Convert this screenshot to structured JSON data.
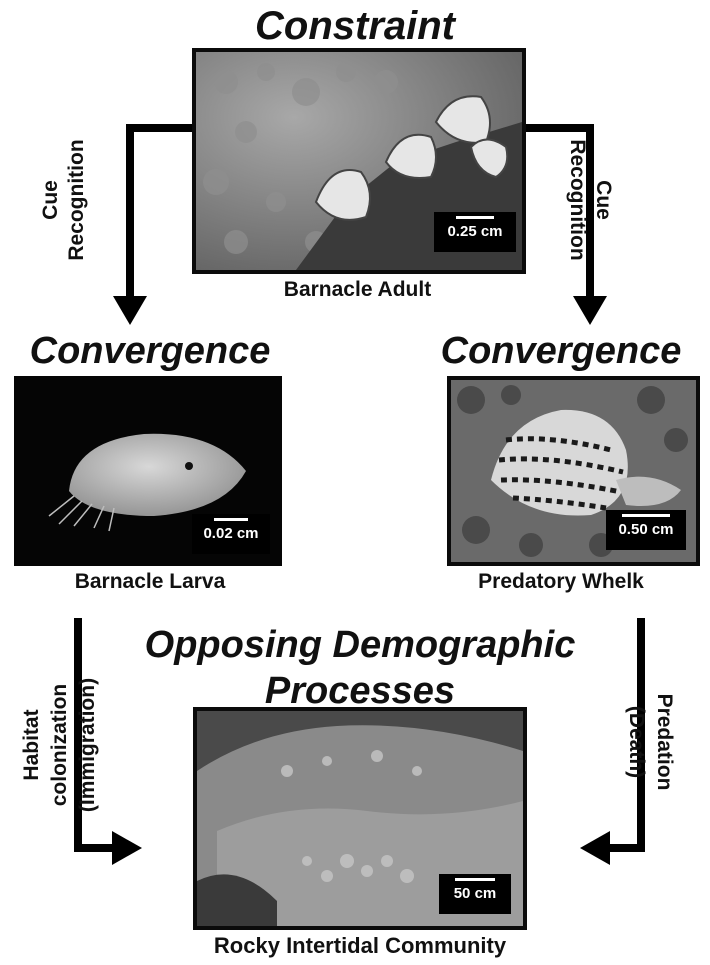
{
  "headings": {
    "constraint": "Constraint",
    "convergence_left": "Convergence",
    "convergence_right": "Convergence",
    "opposing_line1": "Opposing Demographic",
    "opposing_line2": "Processes"
  },
  "captions": {
    "barnacle_adult": "Barnacle Adult",
    "barnacle_larva": "Barnacle Larva",
    "predatory_whelk": "Predatory Whelk",
    "rocky_community": "Rocky Intertidal Community"
  },
  "scale_bars": {
    "adult": "0.25 cm",
    "larva": "0.02 cm",
    "whelk": "0.50 cm",
    "rocky": "50 cm"
  },
  "arrow_labels": {
    "left_top": {
      "line1": "Cue",
      "line2": "Recognition"
    },
    "right_top": {
      "line1": "Cue",
      "line2": "Recognition"
    },
    "left_bottom": {
      "line1": "Habitat",
      "line2": "colonization",
      "line3": "(Immigration)"
    },
    "right_bottom": {
      "line1": "Predation",
      "line2": "(Death)"
    }
  },
  "colors": {
    "ink": "#111111",
    "background": "#ffffff",
    "scale_bar_bg": "#000000"
  }
}
